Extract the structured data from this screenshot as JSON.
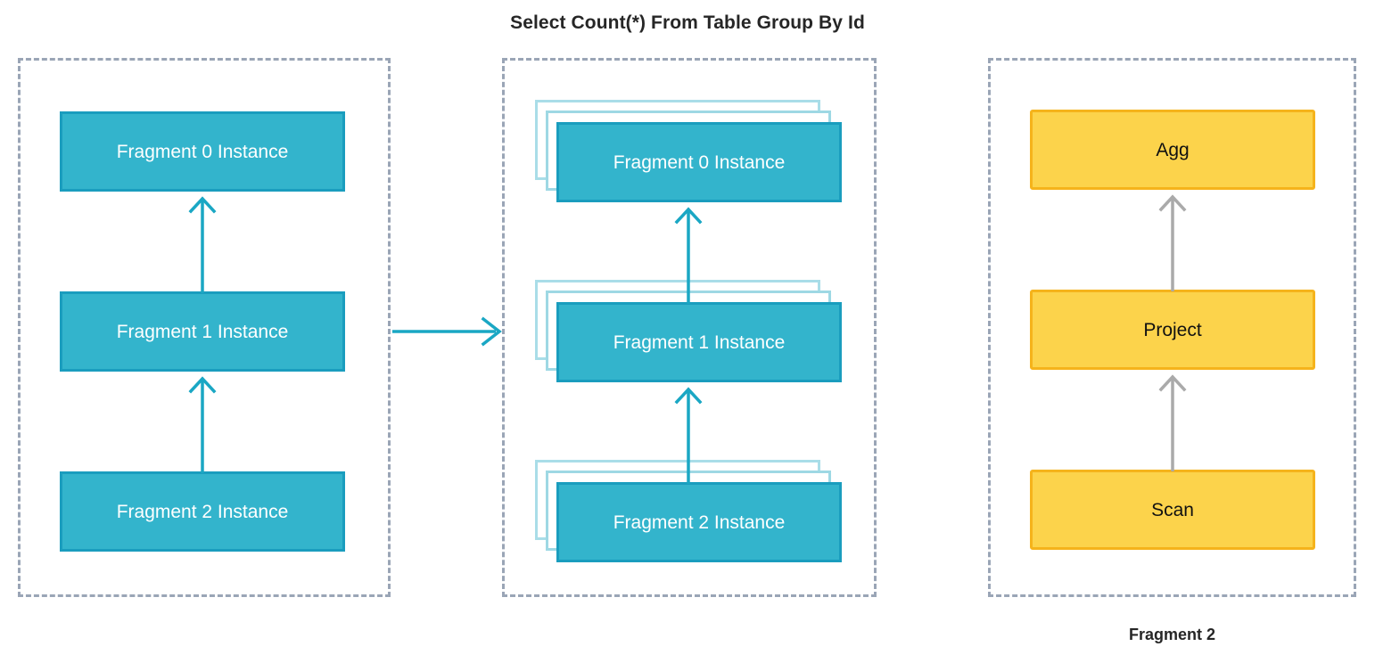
{
  "title": "Select Count(*) From Table Group By Id",
  "colors": {
    "instance_fill": "#33b4cc",
    "instance_border": "#1a9dbe",
    "ghost_border": "#9ed8e4",
    "operator_fill": "#fcd34b",
    "operator_border": "#f5b31b",
    "panel_border": "#9aa5b6",
    "cyan_arrow": "#1aa7c4",
    "gray_arrow": "#aaaaaa",
    "title_text": "#262626"
  },
  "panels": {
    "logical_plan": {
      "name": "logical-plan",
      "nodes": [
        {
          "id": "lp-frag0",
          "label": "Fragment 0 Instance"
        },
        {
          "id": "lp-frag1",
          "label": "Fragment 1 Instance"
        },
        {
          "id": "lp-frag2",
          "label": "Fragment 2 Instance"
        }
      ]
    },
    "parallel_plan": {
      "name": "parallel-plan",
      "stack_depth": 3,
      "nodes": [
        {
          "id": "pp-frag0",
          "label": "Fragment 0 Instance"
        },
        {
          "id": "pp-frag1",
          "label": "Fragment 1 Instance"
        },
        {
          "id": "pp-frag2",
          "label": "Fragment 2 Instance"
        }
      ]
    },
    "fragment_detail": {
      "name": "fragment-detail",
      "caption": "Fragment 2",
      "nodes": [
        {
          "id": "fd-agg",
          "label": "Agg"
        },
        {
          "id": "fd-project",
          "label": "Project"
        },
        {
          "id": "fd-scan",
          "label": "Scan"
        }
      ]
    }
  },
  "arrows": {
    "panel_link": "transform-arrow",
    "vertical": "dataflow-up-arrow"
  }
}
